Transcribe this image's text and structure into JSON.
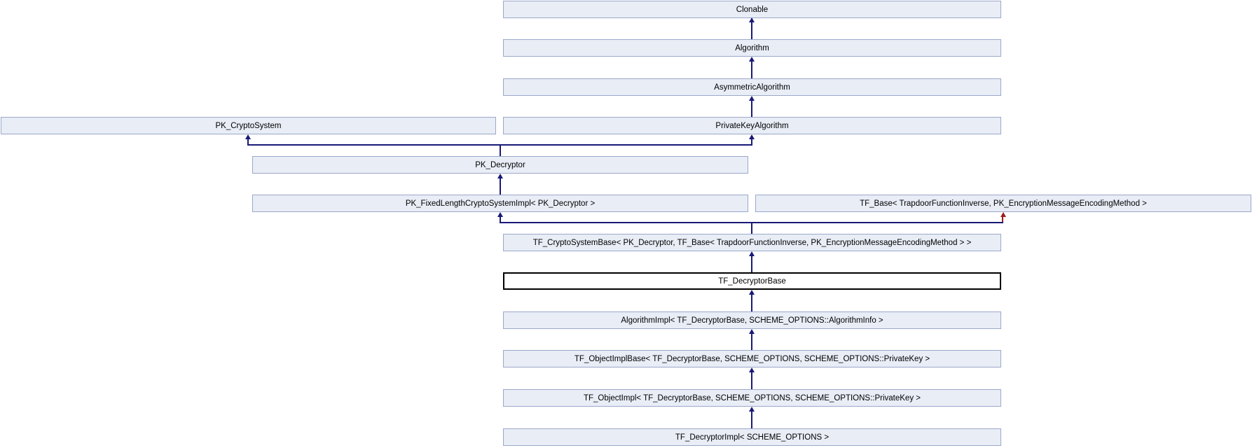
{
  "diagram": {
    "kind": "class-inheritance-diagram",
    "colors": {
      "node_fill": "#e8edf6",
      "node_border": "#9ca8c9",
      "inheritance_line": "#191977",
      "secondary_inheritance_line": "#9b1f1f",
      "current_node_border": "#000000",
      "current_node_fill": "#ffffff",
      "background": "#ffffff",
      "text": "#000000"
    },
    "nodes": [
      {
        "id": "clonable",
        "label": "Clonable"
      },
      {
        "id": "algorithm",
        "label": "Algorithm"
      },
      {
        "id": "asymmetric_algorithm",
        "label": "AsymmetricAlgorithm"
      },
      {
        "id": "pk_cryptosystem",
        "label": "PK_CryptoSystem"
      },
      {
        "id": "private_key_algorithm",
        "label": "PrivateKeyAlgorithm"
      },
      {
        "id": "pk_decryptor",
        "label": "PK_Decryptor"
      },
      {
        "id": "pk_fixed_length_crypto_system_impl",
        "label": "PK_FixedLengthCryptoSystemImpl< PK_Decryptor >"
      },
      {
        "id": "tf_base",
        "label": "TF_Base< TrapdoorFunctionInverse, PK_EncryptionMessageEncodingMethod >"
      },
      {
        "id": "tf_crypto_system_base",
        "label": "TF_CryptoSystemBase< PK_Decryptor, TF_Base< TrapdoorFunctionInverse, PK_EncryptionMessageEncodingMethod > >"
      },
      {
        "id": "tf_decryptor_base",
        "label": "TF_DecryptorBase",
        "current": true
      },
      {
        "id": "algorithm_impl",
        "label": "AlgorithmImpl< TF_DecryptorBase, SCHEME_OPTIONS::AlgorithmInfo >"
      },
      {
        "id": "tf_object_impl_base",
        "label": "TF_ObjectImplBase< TF_DecryptorBase, SCHEME_OPTIONS, SCHEME_OPTIONS::PrivateKey >"
      },
      {
        "id": "tf_object_impl",
        "label": "TF_ObjectImpl< TF_DecryptorBase, SCHEME_OPTIONS, SCHEME_OPTIONS::PrivateKey >"
      },
      {
        "id": "tf_decryptor_impl",
        "label": "TF_DecryptorImpl< SCHEME_OPTIONS >"
      }
    ],
    "edges": [
      {
        "from": "algorithm",
        "to": "clonable",
        "type": "inheritance",
        "style": "solid-blue"
      },
      {
        "from": "asymmetric_algorithm",
        "to": "algorithm",
        "type": "inheritance",
        "style": "solid-blue"
      },
      {
        "from": "private_key_algorithm",
        "to": "asymmetric_algorithm",
        "type": "inheritance",
        "style": "solid-blue"
      },
      {
        "from": "pk_decryptor",
        "to": "pk_cryptosystem",
        "type": "inheritance",
        "style": "solid-blue"
      },
      {
        "from": "pk_decryptor",
        "to": "private_key_algorithm",
        "type": "inheritance",
        "style": "solid-blue"
      },
      {
        "from": "pk_fixed_length_crypto_system_impl",
        "to": "pk_decryptor",
        "type": "inheritance",
        "style": "solid-blue"
      },
      {
        "from": "tf_crypto_system_base",
        "to": "pk_fixed_length_crypto_system_impl",
        "type": "inheritance",
        "style": "solid-blue"
      },
      {
        "from": "tf_crypto_system_base",
        "to": "tf_base",
        "type": "inheritance",
        "style": "dashed-red"
      },
      {
        "from": "tf_decryptor_base",
        "to": "tf_crypto_system_base",
        "type": "inheritance",
        "style": "solid-blue"
      },
      {
        "from": "algorithm_impl",
        "to": "tf_decryptor_base",
        "type": "inheritance",
        "style": "solid-blue"
      },
      {
        "from": "tf_object_impl_base",
        "to": "algorithm_impl",
        "type": "inheritance",
        "style": "solid-blue"
      },
      {
        "from": "tf_object_impl",
        "to": "tf_object_impl_base",
        "type": "inheritance",
        "style": "solid-blue"
      },
      {
        "from": "tf_decryptor_impl",
        "to": "tf_object_impl",
        "type": "inheritance",
        "style": "solid-blue"
      }
    ]
  }
}
